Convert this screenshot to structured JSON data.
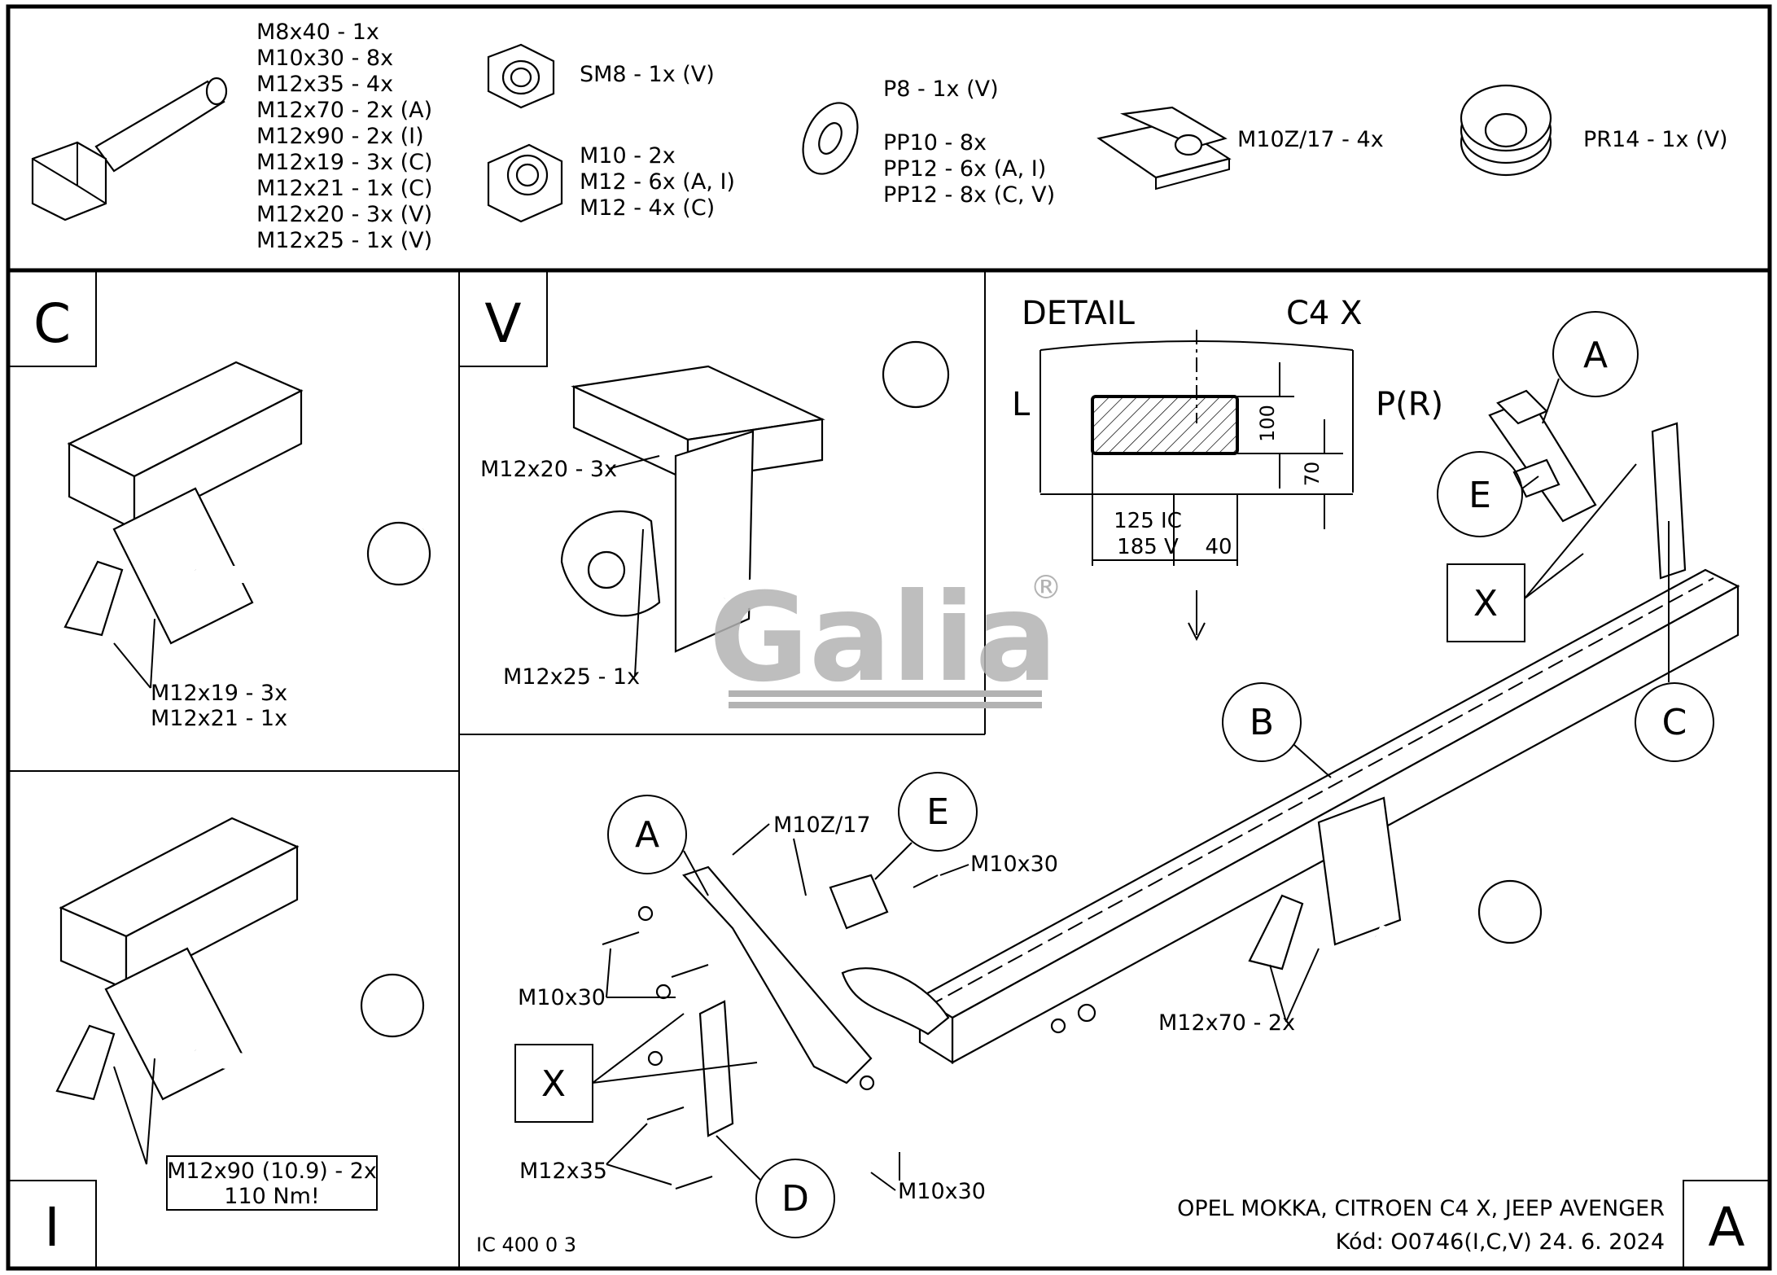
{
  "parts_list": {
    "bolts": [
      "M8x40 - 1x",
      "M10x30 - 8x",
      "M12x35 - 4x",
      "M12x70 - 2x (A)",
      "M12x90 - 2x (I)",
      "M12x19 - 3x (C)",
      "M12x21 - 1x (C)",
      "M12x20 - 3x (V)",
      "M12x25 - 1x (V)"
    ],
    "self_lock_nut": "SM8 - 1x (V)",
    "nuts": [
      "M10 - 2x",
      "M12 - 6x (A, I)",
      "M12 - 4x (C)"
    ],
    "washer_small": "P8 - 1x (V)",
    "washers": [
      "PP10 - 8x",
      "PP12 - 6x (A, I)",
      "PP12 - 8x (C, V)"
    ],
    "clip_nut": "M10Z/17 - 4x",
    "spring_washer": "PR14 - 1x (V)"
  },
  "panel_c": {
    "tag": "C",
    "callout_1": "M12x19 - 3x",
    "callout_2": "M12x21 - 1x"
  },
  "panel_v": {
    "tag": "V",
    "callout_1": "M12x20 - 3x",
    "callout_2": "M12x25 - 1x"
  },
  "panel_i": {
    "tag": "I",
    "callout_1": "M12x90 (10.9) - 2x",
    "callout_2": "110 Nm!"
  },
  "detail": {
    "title": "DETAIL",
    "model": "C4 X",
    "left": "L",
    "right": "P(R)",
    "dim_100": "100",
    "dim_70": "70",
    "dim_125": "125 IC",
    "dim_185": "185 V",
    "dim_40": "40"
  },
  "brand": {
    "logo": "Galia",
    "registered": "®"
  },
  "main": {
    "bubbles": {
      "A": "A",
      "B": "B",
      "C": "C",
      "D": "D",
      "E": "E",
      "X": "X"
    },
    "callouts": {
      "clip": "M10Z/17",
      "bolt_e": "M10x30",
      "bolt_left": "M10x30",
      "bolt_bottom": "M10x30",
      "bolt_x": "M12x35",
      "bolt_ball": "M12x70 - 2x"
    }
  },
  "footer": {
    "vehicles": "OPEL MOKKA, CITROEN C4 X, JEEP AVENGER",
    "code_line": "Kód: O0746(I,C,V)  24. 6. 2024",
    "drawing_no": "IC 400 0 3",
    "sheet_tag": "A"
  },
  "colors": {
    "line": "#000000",
    "watermark": "#b3b3b3",
    "background": "#ffffff"
  }
}
